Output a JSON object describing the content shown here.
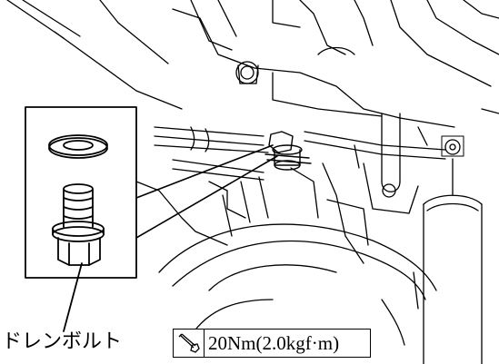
{
  "callout": {
    "part_name": "ドレンボルト",
    "torque_spec": "20Nm(2.0kgf·m)",
    "torque_icon": "torque-wrench-icon"
  },
  "inset": {
    "parts": [
      "washer",
      "drain-bolt"
    ]
  }
}
